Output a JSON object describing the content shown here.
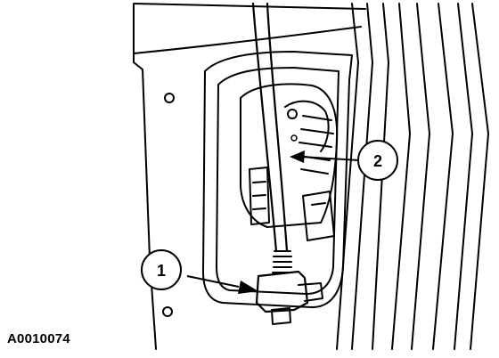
{
  "figure": {
    "id": "A0010074"
  },
  "callouts": [
    {
      "label": "1",
      "target": "rod-clip"
    },
    {
      "label": "2",
      "target": "latch-rod"
    }
  ],
  "colors": {
    "ink": "#000000",
    "paper": "#ffffff"
  }
}
